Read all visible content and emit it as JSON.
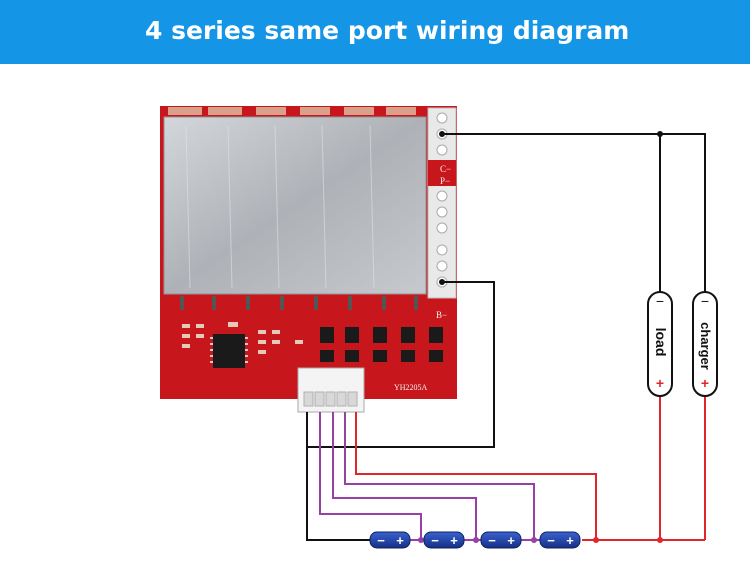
{
  "header": {
    "title": "4 series same port wiring diagram"
  },
  "board": {
    "port_c_label": "C−",
    "port_p_label": "P−",
    "port_b_label": "B−",
    "model": "YH2205A"
  },
  "load": {
    "minus": "−",
    "label": "load",
    "plus": "+"
  },
  "charger": {
    "minus": "−",
    "label": "charger",
    "plus": "+"
  },
  "cells": [
    {
      "minus": "−",
      "plus": "+"
    },
    {
      "minus": "−",
      "plus": "+"
    },
    {
      "minus": "−",
      "plus": "+"
    },
    {
      "minus": "−",
      "plus": "+"
    }
  ],
  "colors": {
    "banner": "#1595e5",
    "pcb": "#c8171c",
    "heatsink": "#b9bcc0",
    "negative_wire": "#111111",
    "positive_wire": "#e0262b",
    "balance_wire": "#9a3fa7",
    "cell_body": "#1f3fa6"
  }
}
